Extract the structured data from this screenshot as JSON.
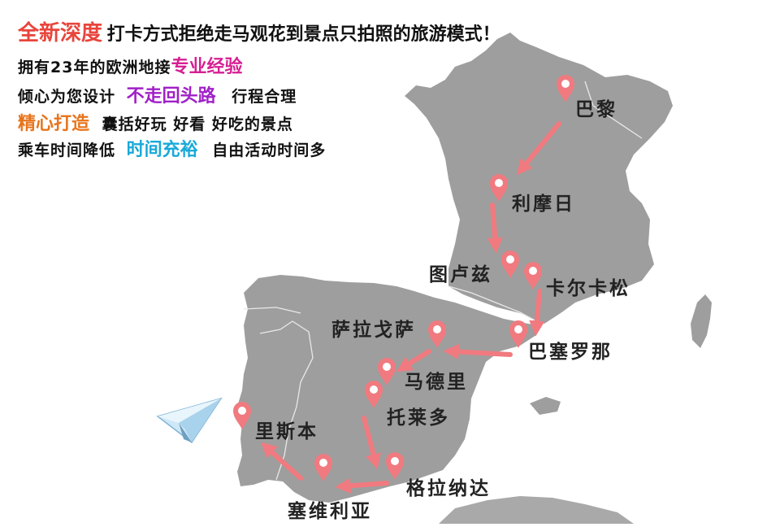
{
  "headline": {
    "accent": "全新深度",
    "rest": "打卡方式拒绝走马观花到景点只拍照的旅游模式！",
    "accent_color": "#e8453c"
  },
  "lines": [
    {
      "pre": "拥有23年的欧洲地接",
      "hl": "专业经验",
      "post": "",
      "hl_color": "#d61f93"
    },
    {
      "pre": "倾心为您设计 ",
      "hl": "不走回头路",
      "post": "行程合理",
      "hl_color": "#a020c8"
    },
    {
      "pre": "",
      "hl": "精心打造",
      "post": "囊括好玩 好看 好吃的景点",
      "hl_color": "#e8741c"
    },
    {
      "pre": "乘车时间降低 ",
      "hl": "时间充裕",
      "post": "自由活动时间多",
      "hl_color": "#19a9d8"
    }
  ],
  "cities": {
    "paris": "巴黎",
    "limoges": "利摩日",
    "toulouse": "图卢兹",
    "carcassonne": "卡尔卡松",
    "barcelona": "巴塞罗那",
    "zaragoza": "萨拉戈萨",
    "madrid": "马德里",
    "toledo": "托莱多",
    "granada": "格拉纳达",
    "seville": "塞维利亚",
    "lisbon": "里斯本"
  },
  "colors": {
    "map_land": "#9e9e9e",
    "route": "#f07a7f",
    "pin": "#f07a7f"
  },
  "icons": [
    "paper-plane-icon",
    "map-pin-icon",
    "route-arrow-icon"
  ]
}
